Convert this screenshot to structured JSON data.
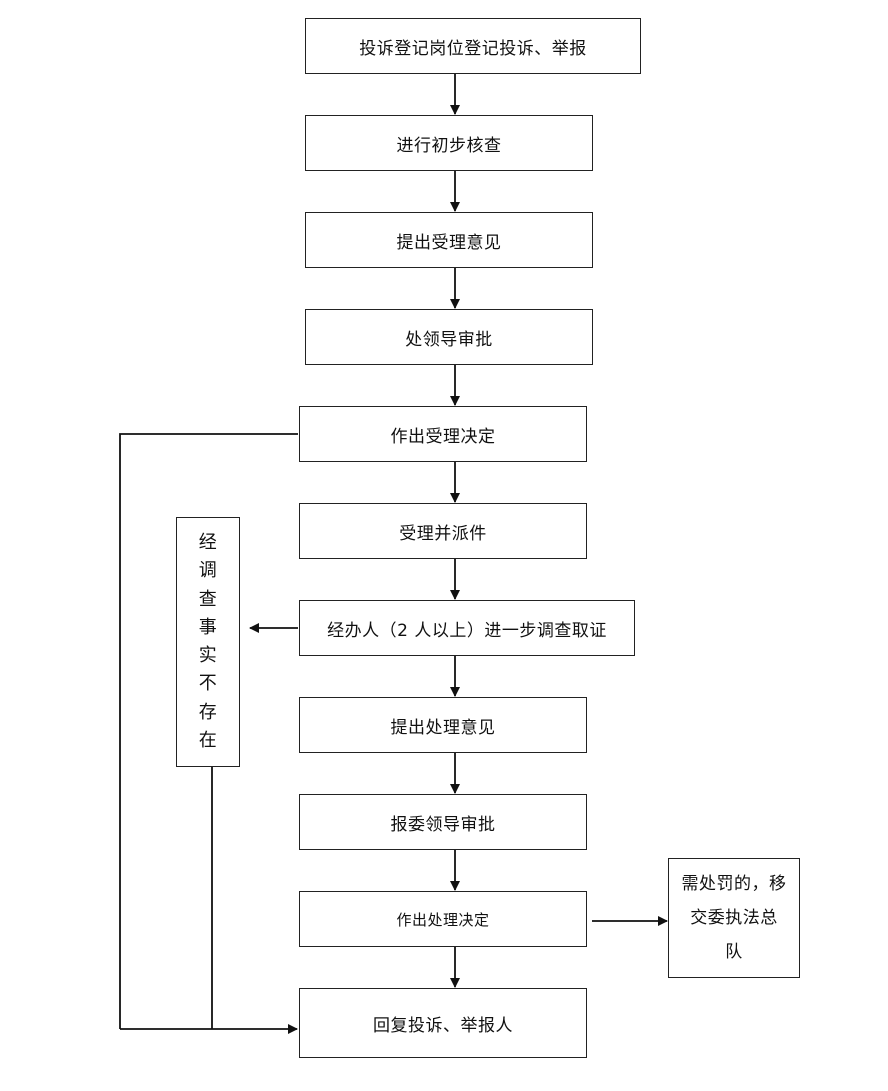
{
  "flow": {
    "steps": [
      "投诉登记岗位登记投诉、举报",
      "进行初步核查",
      "提出受理意见",
      "处领导审批",
      "作出受理决定",
      "受理并派件",
      "经办人（2 人以上）进一步调查取证",
      "提出处理意见",
      "报委领导审批",
      "作出处理决定",
      "回复投诉、举报人"
    ],
    "side_not_exist": [
      "经",
      "调",
      "查",
      "事",
      "实",
      "不",
      "存",
      "在"
    ],
    "side_penalty": [
      "需处罚的，移",
      "交委执法总",
      "队"
    ]
  }
}
